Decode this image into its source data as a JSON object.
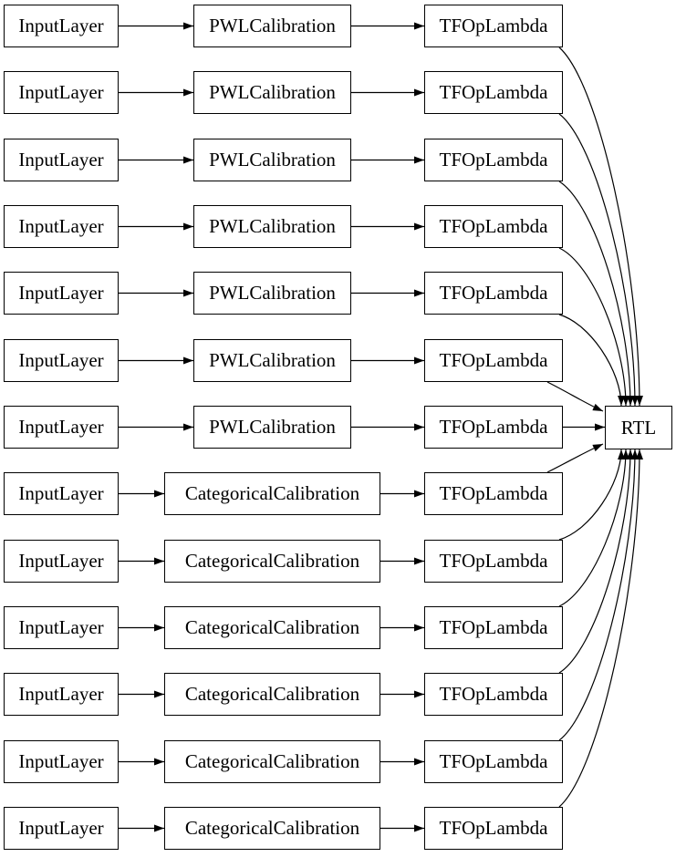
{
  "diagram": {
    "rtl_label": "RTL",
    "rows": [
      {
        "input_label": "InputLayer",
        "mid_label": "PWLCalibration",
        "out_label": "TFOpLambda"
      },
      {
        "input_label": "InputLayer",
        "mid_label": "PWLCalibration",
        "out_label": "TFOpLambda"
      },
      {
        "input_label": "InputLayer",
        "mid_label": "PWLCalibration",
        "out_label": "TFOpLambda"
      },
      {
        "input_label": "InputLayer",
        "mid_label": "PWLCalibration",
        "out_label": "TFOpLambda"
      },
      {
        "input_label": "InputLayer",
        "mid_label": "PWLCalibration",
        "out_label": "TFOpLambda"
      },
      {
        "input_label": "InputLayer",
        "mid_label": "PWLCalibration",
        "out_label": "TFOpLambda"
      },
      {
        "input_label": "InputLayer",
        "mid_label": "PWLCalibration",
        "out_label": "TFOpLambda"
      },
      {
        "input_label": "InputLayer",
        "mid_label": "CategoricalCalibration",
        "out_label": "TFOpLambda"
      },
      {
        "input_label": "InputLayer",
        "mid_label": "CategoricalCalibration",
        "out_label": "TFOpLambda"
      },
      {
        "input_label": "InputLayer",
        "mid_label": "CategoricalCalibration",
        "out_label": "TFOpLambda"
      },
      {
        "input_label": "InputLayer",
        "mid_label": "CategoricalCalibration",
        "out_label": "TFOpLambda"
      },
      {
        "input_label": "InputLayer",
        "mid_label": "CategoricalCalibration",
        "out_label": "TFOpLambda"
      },
      {
        "input_label": "InputLayer",
        "mid_label": "CategoricalCalibration",
        "out_label": "TFOpLambda"
      }
    ],
    "colors": {
      "background": "#ffffff",
      "node_fill": "#ffffff",
      "node_border": "#000000",
      "edge": "#000000",
      "text": "#000000"
    }
  }
}
